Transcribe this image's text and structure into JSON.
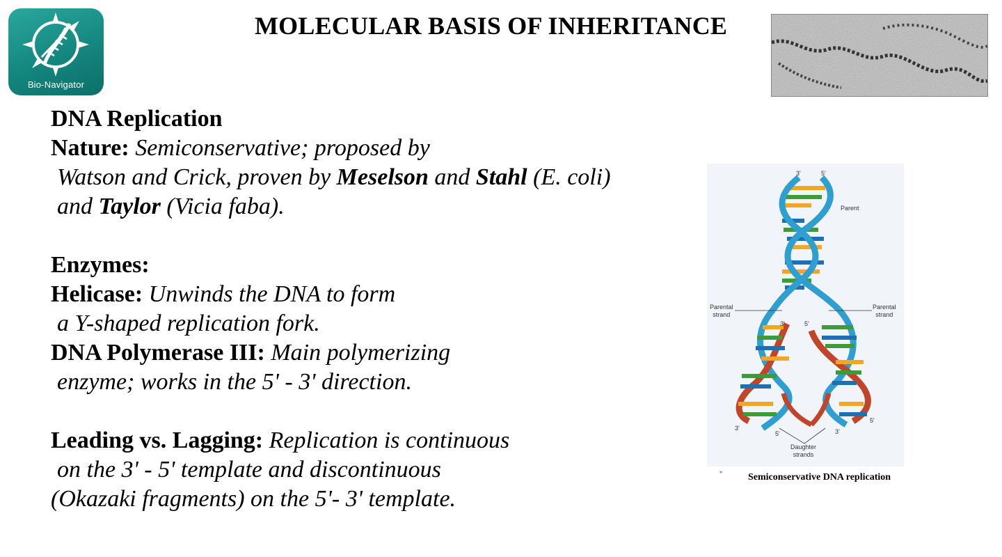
{
  "logo": {
    "label": "Bio-Navigator",
    "icon": "dna-compass-icon"
  },
  "title": "MOLECULAR BASIS OF INHERITANCE",
  "content": {
    "dna_replication": {
      "heading": "DNA Replication",
      "nature_label": "Nature:",
      "nature_line1": " Semiconservative; proposed by",
      "nature_line2_a": "Watson and Crick, proven by ",
      "meselson": "Meselson",
      "and1": " and ",
      "stahl": "Stahl",
      "ecoli": " (E. coli)",
      "and2": "and ",
      "taylor": "Taylor",
      "vicia": " (Vicia faba)."
    },
    "enzymes": {
      "heading": "Enzymes:",
      "helicase_label": "Helicase:",
      "helicase_line1": " Unwinds the DNA to form",
      "helicase_line2": "a Y-shaped replication fork.",
      "pol_label": "DNA Polymerase III:",
      "pol_line1": " Main polymerizing",
      "pol_line2": "enzyme; works in the 5' - 3' direction."
    },
    "leading": {
      "label": "Leading vs. Lagging:",
      "line1": " Replication is continuous",
      "line2": "on the 3' - 5' template and discontinuous",
      "line3": "(Okazaki fragments) on the 5'- 3' template."
    }
  },
  "figure": {
    "caption": "Semiconservative DNA replication",
    "mark": "\"",
    "labels": {
      "top3": "3'",
      "top5": "5'",
      "parent": "Parent",
      "parental_left": "Parental\nstrand",
      "parental_right": "Parental\nstrand",
      "mid3": "3'",
      "mid5": "5'",
      "bot3": "3'",
      "bot5a": "5'",
      "bot3b": "3'",
      "bot5b": "5'",
      "daughter": "Daughter\nstrands"
    },
    "colors": {
      "parent_strand": "#2e9fd0",
      "daughter_strand": "#c0452a",
      "bg": "#f1f5fa"
    }
  },
  "logo_colors": {
    "bg": "#12847c"
  }
}
